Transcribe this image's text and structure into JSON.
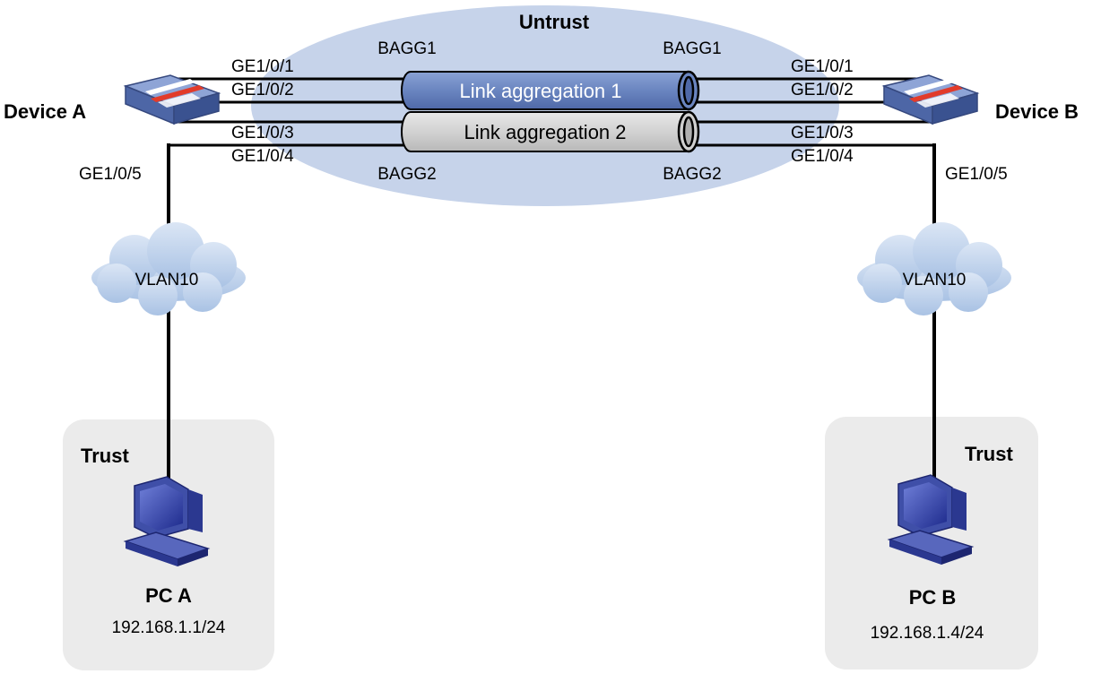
{
  "zones": {
    "untrust": "Untrust",
    "trust_left": "Trust",
    "trust_right": "Trust"
  },
  "devices": {
    "a": {
      "name": "Device A"
    },
    "b": {
      "name": "Device B"
    }
  },
  "aggregations": {
    "agg1": {
      "label": "Link aggregation 1",
      "left": "BAGG1",
      "right": "BAGG1",
      "color": "#6b86c0"
    },
    "agg2": {
      "label": "Link aggregation 2",
      "left": "BAGG2",
      "right": "BAGG2",
      "color": "#d0d0d0"
    }
  },
  "ports": {
    "a": [
      "GE1/0/1",
      "GE1/0/2",
      "GE1/0/3",
      "GE1/0/4"
    ],
    "b": [
      "GE1/0/1",
      "GE1/0/2",
      "GE1/0/3",
      "GE1/0/4"
    ],
    "a_down": "GE1/0/5",
    "b_down": "GE1/0/5"
  },
  "vlans": {
    "left": "VLAN10",
    "right": "VLAN10"
  },
  "pcs": {
    "a": {
      "name": "PC A",
      "ip": "192.168.1.1/24"
    },
    "b": {
      "name": "PC B",
      "ip": "192.168.1.4/24"
    }
  },
  "colors": {
    "untrust_zone": "#c6d3ea",
    "trust_zone": "#ebebeb",
    "cloud": "#bdd2ec",
    "device": "#6a85c4"
  }
}
